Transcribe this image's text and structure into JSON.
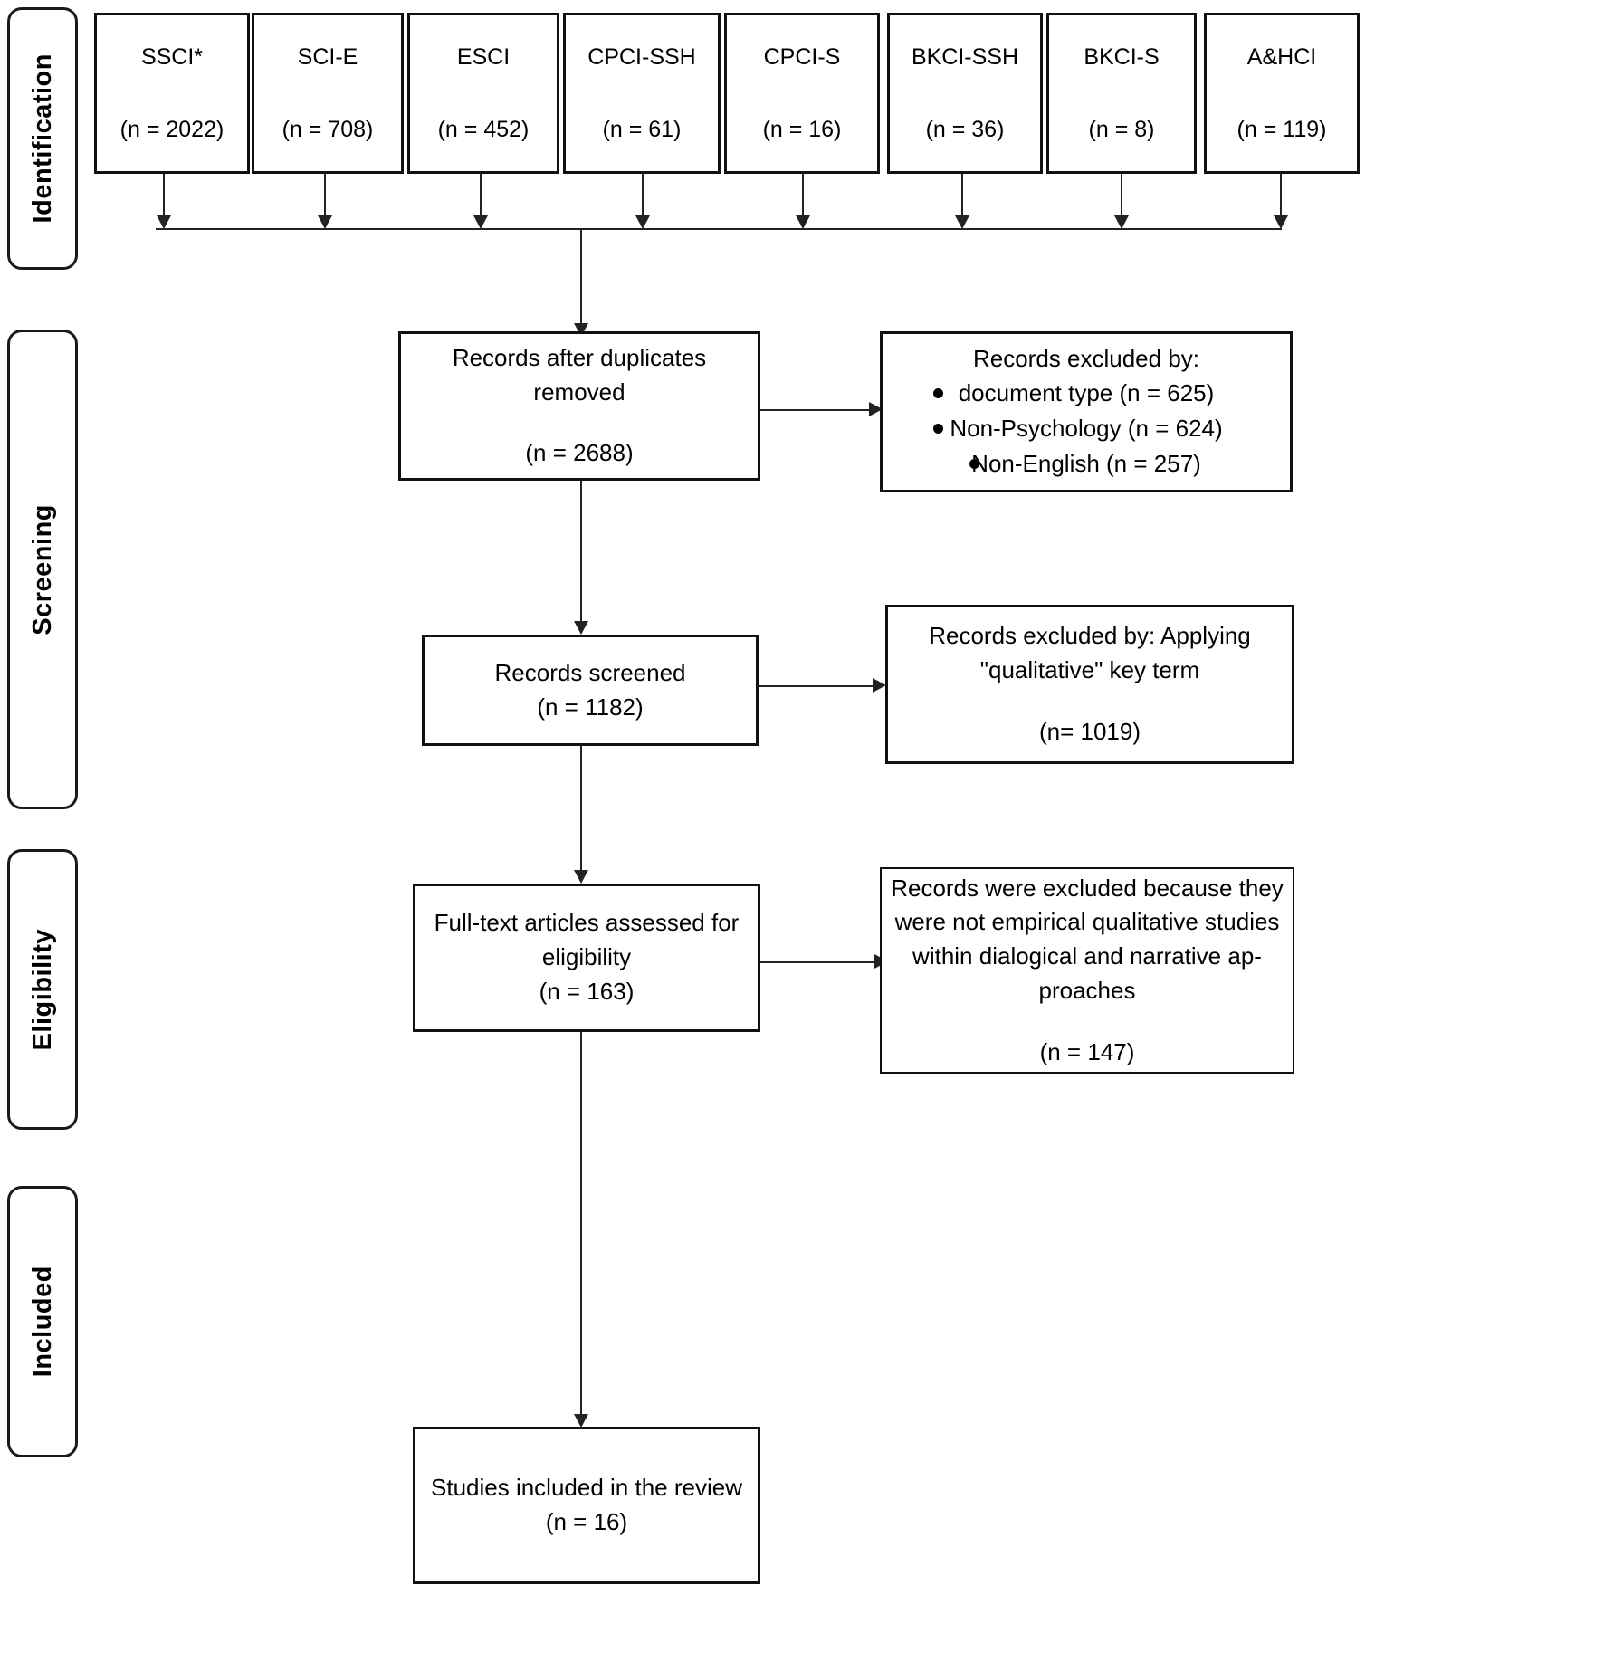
{
  "diagram": {
    "title": "PRISMA flow diagram",
    "stages": [
      {
        "id": "identification",
        "label": "Identification"
      },
      {
        "id": "screening",
        "label": "Screening"
      },
      {
        "id": "eligibility",
        "label": "Eligibility"
      },
      {
        "id": "included",
        "label": "Included"
      }
    ],
    "sources": [
      {
        "name": "SSCI*",
        "count": "(n = 2022)"
      },
      {
        "name": "SCI-E",
        "count": "(n = 708)"
      },
      {
        "name": "ESCI",
        "count": "(n = 452)"
      },
      {
        "name": "CPCI-SSH",
        "count": "(n = 61)"
      },
      {
        "name": "CPCI-S",
        "count": "(n = 16)"
      },
      {
        "name": "BKCI-SSH",
        "count": "(n = 36)"
      },
      {
        "name": "BKCI-S",
        "count": "(n = 8)"
      },
      {
        "name": "A&HCI",
        "count": "(n = 119)"
      }
    ],
    "duplicates": {
      "label": "Records after duplicates removed",
      "count": "(n = 2688)"
    },
    "excluded_duplicates": {
      "heading": "Records excluded by:",
      "items": [
        "document type (n = 625)",
        "Non-Psychology (n = 624)",
        "Non-English (n = 257)"
      ]
    },
    "screened": {
      "label": "Records screened",
      "count": "(n = 1182)"
    },
    "excluded_screened": {
      "line1": "Records excluded by: Applying",
      "line2": "\"qualitative\" key term",
      "count": "(n= 1019)"
    },
    "fulltext": {
      "line1": "Full-text articles assessed for",
      "line2": "eligibility",
      "count": "(n = 163)"
    },
    "excluded_fulltext": {
      "line1": "Records were excluded because they",
      "line2": "were not empirical qualitative studies",
      "line3": "within dialogical and narrative ap-",
      "line4": "proaches",
      "count": "(n = 147)"
    },
    "included": {
      "label": "Studies included in the review",
      "count": "(n =  16)"
    }
  }
}
